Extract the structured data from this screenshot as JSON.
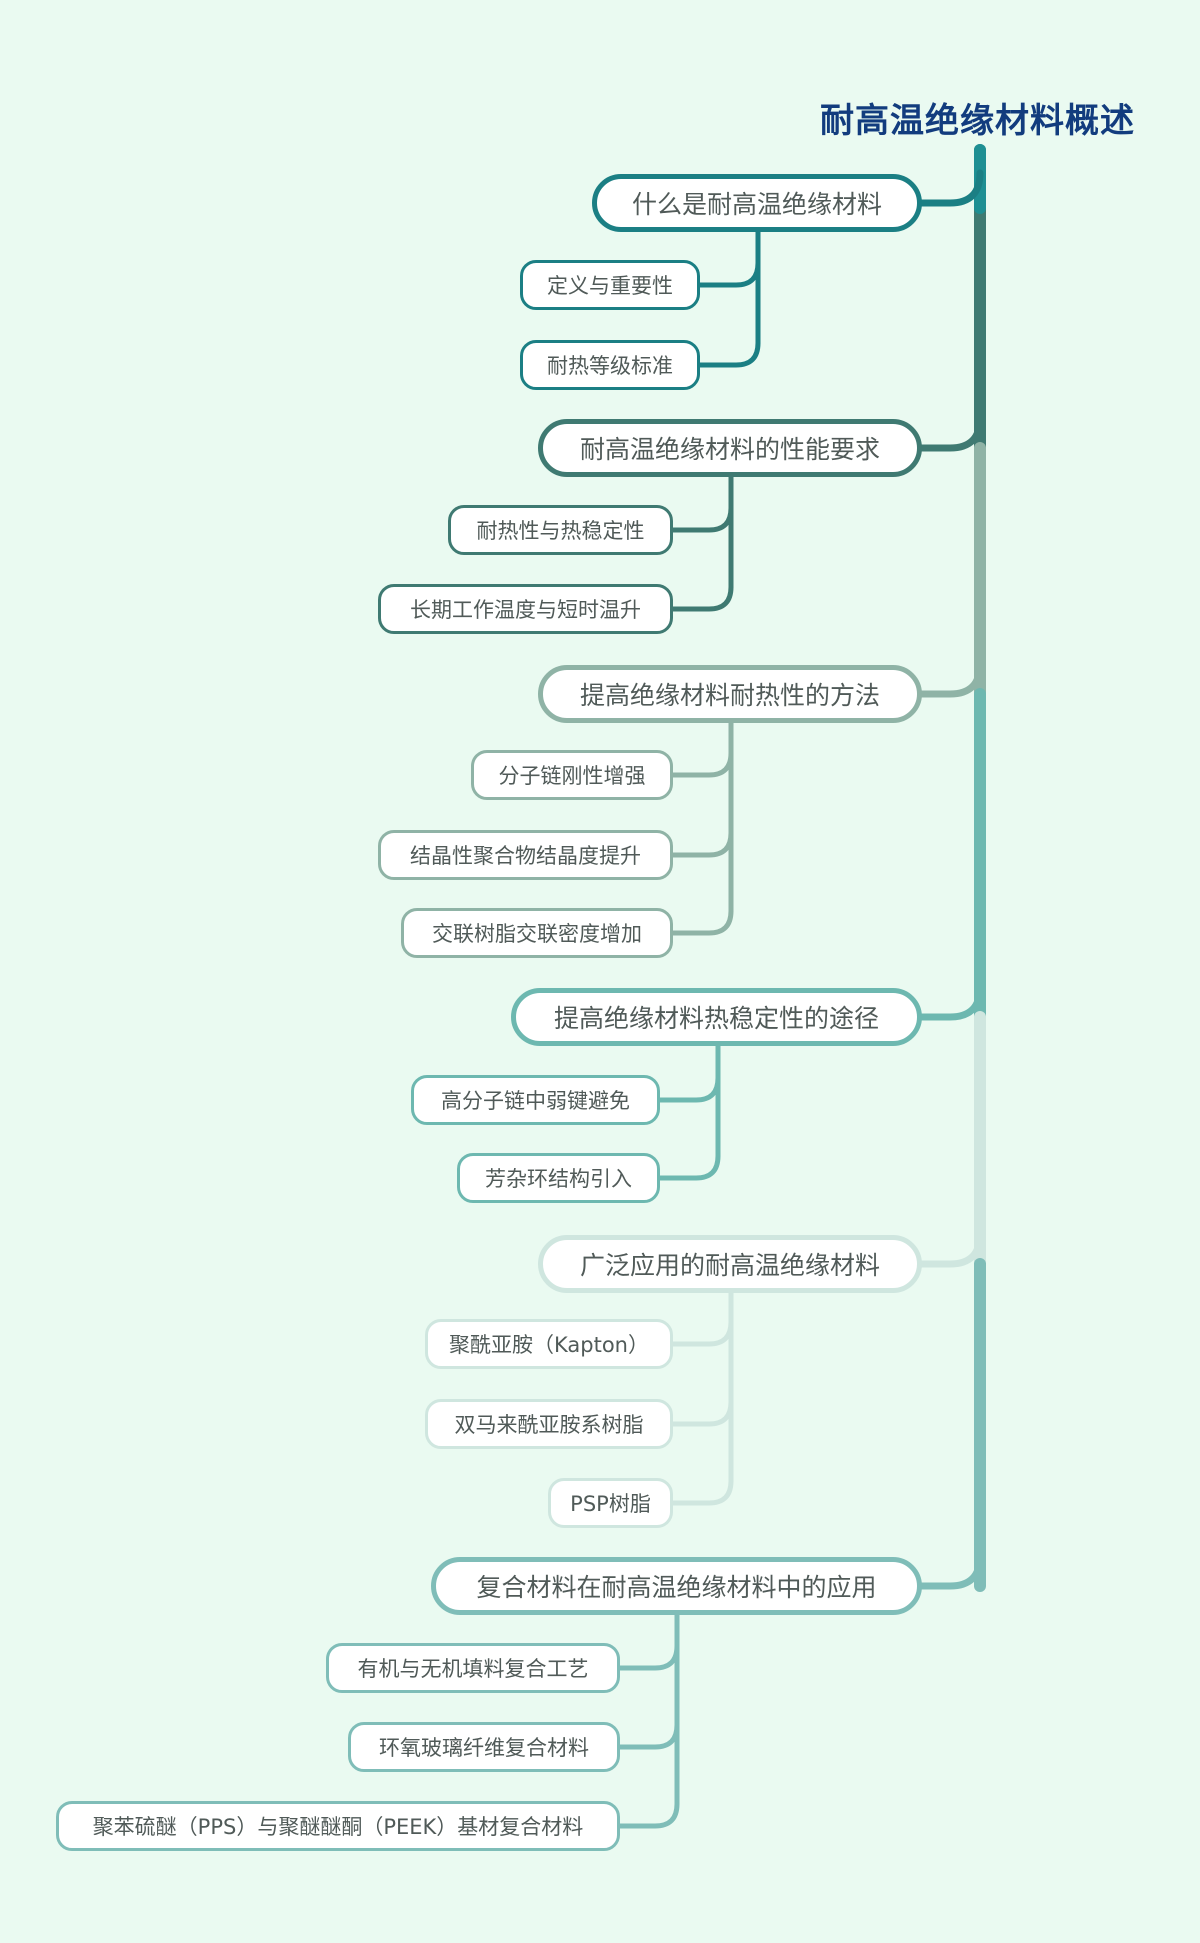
{
  "root": {
    "title": "耐高温绝缘材料概述",
    "color": "#123c7e",
    "trunk_color": "#1e8f93"
  },
  "colors": {
    "background": "#eafaf1",
    "node_fill": "#ffffff",
    "node_text": "#505a58"
  },
  "branches": [
    {
      "label": "什么是耐高温绝缘材料",
      "color": "#1b7f84",
      "children": [
        {
          "label": "定义与重要性"
        },
        {
          "label": "耐热等级标准"
        }
      ]
    },
    {
      "label": "耐高温绝缘材料的性能要求",
      "color": "#3f7a72",
      "children": [
        {
          "label": "耐热性与热稳定性"
        },
        {
          "label": "长期工作温度与短时温升"
        }
      ]
    },
    {
      "label": "提高绝缘材料耐热性的方法",
      "color": "#8fb3a6",
      "children": [
        {
          "label": "分子链刚性增强"
        },
        {
          "label": "结晶性聚合物结晶度提升"
        },
        {
          "label": "交联树脂交联密度增加"
        }
      ]
    },
    {
      "label": "提高绝缘材料热稳定性的途径",
      "color": "#6db8b0",
      "children": [
        {
          "label": "高分子链中弱键避免"
        },
        {
          "label": "芳杂环结构引入"
        }
      ]
    },
    {
      "label": "广泛应用的耐高温绝缘材料",
      "color": "#cfe6df",
      "children": [
        {
          "label": "聚酰亚胺（Kapton）"
        },
        {
          "label": "双马来酰亚胺系树脂"
        },
        {
          "label": "PSP树脂"
        }
      ]
    },
    {
      "label": "复合材料在耐高温绝缘材料中的应用",
      "color": "#7fbdb8",
      "children": [
        {
          "label": "有机与无机填料复合工艺"
        },
        {
          "label": "环氧玻璃纤维复合材料"
        },
        {
          "label": "聚苯硫醚（PPS）与聚醚醚酮（PEEK）基材复合材料"
        }
      ]
    }
  ]
}
